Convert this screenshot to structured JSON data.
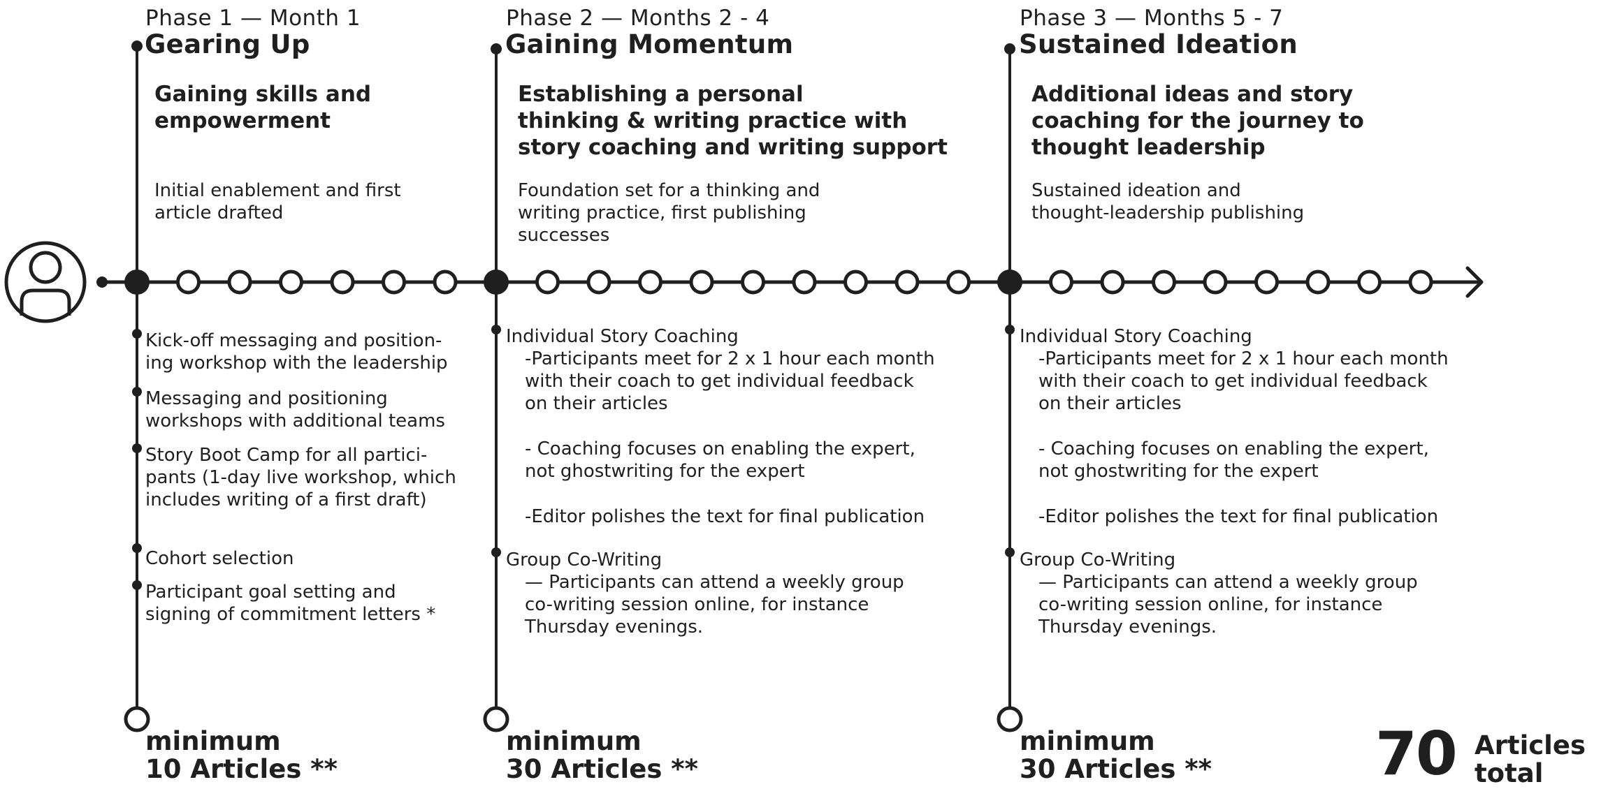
{
  "phases": [
    {
      "label": "Phase 1 — Month 1",
      "name": "Gearing Up",
      "subheading": [
        "Gaining skills and",
        "empowerment"
      ],
      "description": [
        "Initial enablement and first",
        "article drafted"
      ],
      "items": [
        [
          "Kick-off messaging and position-",
          "ing workshop with the leadership"
        ],
        [
          "Messaging and positioning",
          "workshops with additional teams"
        ],
        [
          "Story Boot Camp for all partici-",
          "pants (1-day live workshop, which",
          "includes writing of a first draft)"
        ],
        [
          "Cohort selection"
        ],
        [
          "Participant goal setting and",
          "signing of commitment letters *"
        ]
      ],
      "minimum": [
        "minimum",
        "10 Articles **"
      ]
    },
    {
      "label": "Phase 2 — Months 2 - 4",
      "name": "Gaining Momentum",
      "subheading": [
        "Establishing a personal",
        "thinking & writing practice with",
        "story coaching and writing support"
      ],
      "description": [
        "Foundation set for a thinking and",
        "writing practice, first publishing",
        "successes"
      ],
      "coaching": {
        "title": "Individual Story Coaching",
        "points": [
          [
            "-Participants meet for 2 x 1 hour each month",
            "with their coach to get individual feedback",
            "on their articles"
          ],
          [
            "- Coaching focuses on enabling the expert,",
            "not ghostwriting for the expert"
          ],
          [
            "-Editor polishes the text for final publication"
          ]
        ]
      },
      "cowriting": {
        "title": "Group Co-Writing",
        "text": [
          "— Participants can attend a weekly group",
          "co-writing session online, for instance",
          "Thursday evenings."
        ]
      },
      "minimum": [
        "minimum",
        "30 Articles **"
      ]
    },
    {
      "label": "Phase 3 — Months 5 - 7",
      "name": "Sustained Ideation",
      "subheading": [
        "Additional ideas and story",
        "coaching for the journey to",
        "thought leadership"
      ],
      "description": [
        "Sustained ideation and",
        "thought-leadership publishing"
      ],
      "coaching": {
        "title": "Individual Story Coaching",
        "points": [
          [
            "-Participants meet for 2 x 1 hour each month",
            "with their coach to get individual feedback",
            "on their articles"
          ],
          [
            "- Coaching focuses on enabling the expert,",
            "not ghostwriting for the expert"
          ],
          [
            "-Editor polishes the text for final publication"
          ]
        ]
      },
      "cowriting": {
        "title": "Group Co-Writing",
        "text": [
          "— Participants can attend a weekly group",
          "co-writing session online, for instance",
          "Thursday evenings."
        ]
      },
      "minimum": [
        "minimum",
        "30 Articles **"
      ]
    }
  ],
  "total": {
    "number": "70",
    "label": [
      "Articles",
      "total"
    ]
  },
  "icons": {
    "participant": "user-avatar-icon",
    "timeline_end": "arrow-right-icon"
  },
  "colors": {
    "ink": "#1f1f1f",
    "background": "#ffffff"
  }
}
